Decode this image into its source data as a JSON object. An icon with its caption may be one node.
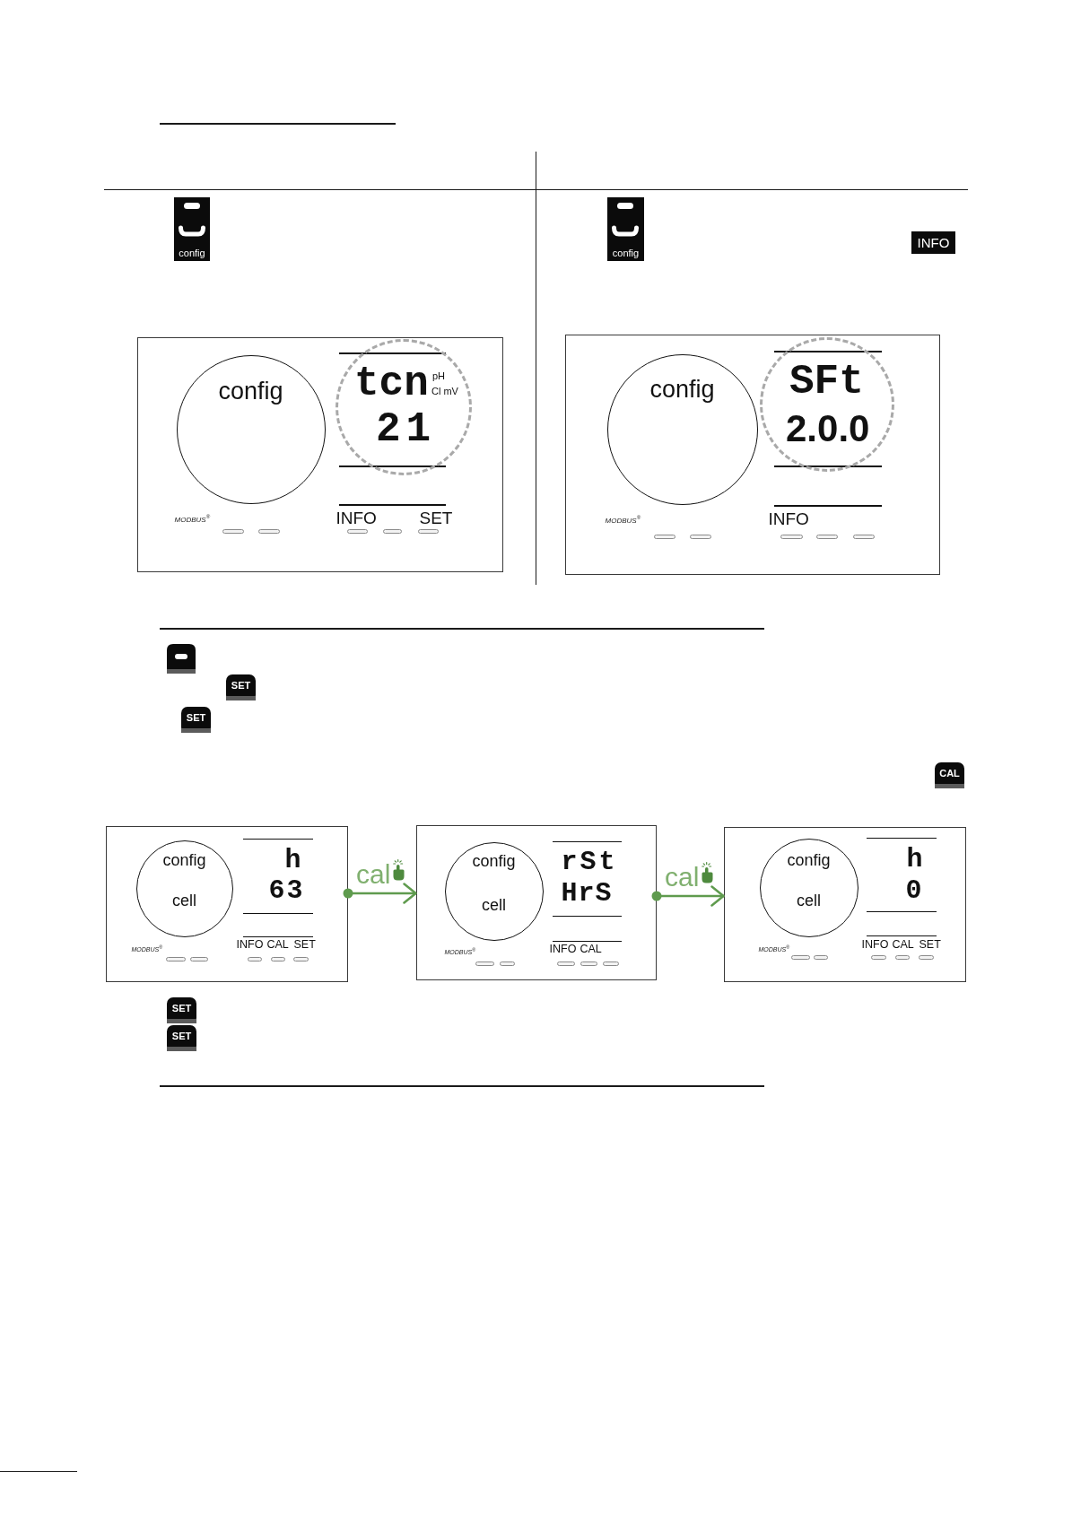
{
  "diagram": {
    "nodes": [
      {
        "text": [
          "MODBUS$^{®}$",
          "INFO",
          "SET"
        ]
      },
      {
        "text": [
          "config"
        ],
        "in": 0
      },
      {
        "text": [
          "tcn",
          "pH",
          "Cl mV",
          "21"
        ],
        "in": 0
      },
      {
        "text": [
          "MODBUS$^{®}$",
          "INFO"
        ]
      },
      {
        "text": [
          "config"
        ],
        "in": 3
      },
      {
        "text": [
          "SFt",
          "2.0.0"
        ],
        "in": 3
      },
      {
        "text": [
          "h",
          "63",
          "MODBUS$^{®}$",
          "INFO",
          "CAL",
          "SET"
        ]
      },
      {
        "text": [
          "config",
          "cell"
        ],
        "in": 6
      },
      {
        "text": [
          "rSt",
          "HrS",
          "MODBUS$^{®}$",
          "INFO",
          "CAL"
        ]
      },
      {
        "text": [
          "config",
          "cell"
        ],
        "in": 8
      },
      {
        "text": [
          "h",
          "0",
          "MODBUS$^{®}$",
          "INFO",
          "CAL",
          "SET"
        ]
      },
      {
        "text": [
          "config",
          "cell"
        ],
        "in": 10
      }
    ],
    "edges": [
      {
        "from": 6,
        "to": 8,
        "arrow": "to",
        "label": "cal"
      },
      {
        "from": 8,
        "to": 10,
        "arrow": "to",
        "label": "cal"
      }
    ],
    "labels": [
      "config",
      "config",
      "INFO",
      "SET",
      "SET",
      "CAL",
      "SET",
      "SET"
    ]
  }
}
